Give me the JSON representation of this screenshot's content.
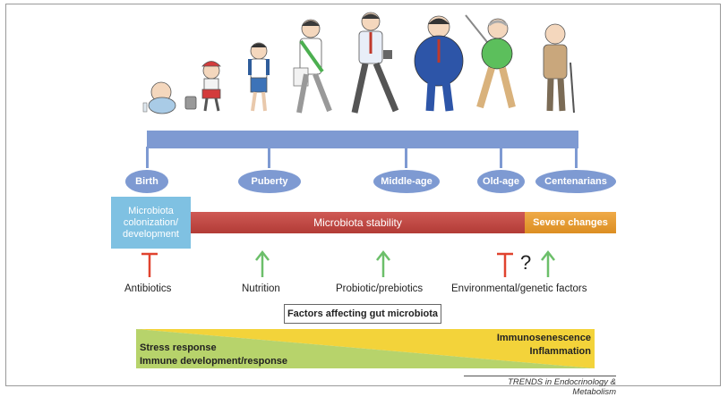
{
  "stages": [
    {
      "label": "Birth"
    },
    {
      "label": "Puberty"
    },
    {
      "label": "Middle-age"
    },
    {
      "label": "Old-age"
    },
    {
      "label": "Centenarians"
    }
  ],
  "phases": {
    "colonization": "Microbiota\ncolonization/\ndevelopment",
    "stability": "Microbiota stability",
    "severe": "Severe changes"
  },
  "factors": [
    {
      "label": "Antibiotics",
      "effect": "inhibit"
    },
    {
      "label": "Nutrition",
      "effect": "promote"
    },
    {
      "label": "Probiotic/prebiotics",
      "effect": "promote"
    },
    {
      "label": "Environmental/genetic factors",
      "effect": "inhibit-and-promote",
      "symbol": "?"
    }
  ],
  "factors_title": "Factors affecting gut microbiota",
  "wedge": {
    "left_lines": [
      "Stress response",
      "Immune development/response"
    ],
    "right_lines": [
      "Immunosenescence",
      "Inflammation"
    ]
  },
  "credit": "TRENDS in Endocrinology & Metabolism",
  "colors": {
    "timeline": "#7e9ad2",
    "colonization": "#7fc1e2",
    "stability": "#c0453f",
    "severe": "#e59b35",
    "inhibit": "#e0432f",
    "promote": "#6cbf6a",
    "wedge_yellow": "#f3d33a",
    "wedge_green": "#b7d36b"
  }
}
